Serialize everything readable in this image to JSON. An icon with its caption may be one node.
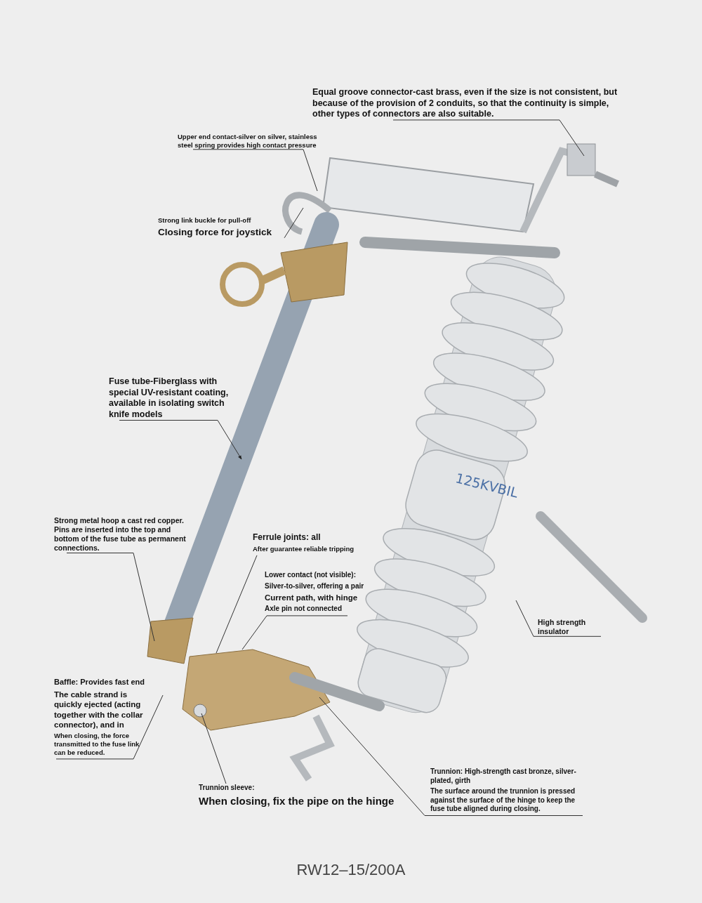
{
  "diagram": {
    "caption": "RW12–15/200A",
    "nodes": [
      {
        "text": [
          "Equal groove connector-cast brass, even if the size is not consistent, but because of the provision of 2 conduits, so that the continuity is simple, other types of connectors are also suitable."
        ]
      },
      {
        "text": [
          "Upper end contact-silver on silver, stainless steel spring provides high contact pressure"
        ]
      },
      {
        "text": [
          "Strong link buckle for pull-off",
          "Closing force for joystick"
        ]
      },
      {
        "text": [
          "Fuse tube-Fiberglass with special UV-resistant coating, available in isolating switch knife models"
        ]
      },
      {
        "text": [
          "Strong metal hoop a cast red copper. Pins are inserted into the top and bottom of the fuse tube as permanent connections."
        ]
      },
      {
        "text": [
          "Ferrule joints: all",
          "After guarantee reliable tripping"
        ]
      },
      {
        "text": [
          "Lower contact (not visible):",
          "Silver-to-silver, offering a pair",
          "Current path, with hinge",
          "Axle pin not connected"
        ]
      },
      {
        "text": [
          "High strength insulator"
        ]
      },
      {
        "text": [
          "Baffle: Provides fast end",
          "The cable strand is quickly ejected (acting together with the collar connector), and in",
          "When closing, the force transmitted to the fuse link can be reduced."
        ]
      },
      {
        "text": [
          "Trunnion sleeve:",
          "When closing, fix the pipe on the hinge"
        ]
      },
      {
        "text": [
          "Trunnion: High-strength cast bronze, silver-plated, girth",
          "The surface around the trunnion is pressed against the surface of the hinge to keep the fuse tube aligned during closing."
        ]
      }
    ],
    "edges": [
      {
        "from": 0,
        "to": null,
        "arrow": "none"
      },
      {
        "from": 1,
        "to": null,
        "arrow": "none"
      },
      {
        "from": 2,
        "to": null,
        "arrow": "none"
      },
      {
        "from": 3,
        "to": null,
        "arrow": "to"
      },
      {
        "from": 4,
        "to": null,
        "arrow": "none"
      },
      {
        "from": 5,
        "to": null,
        "arrow": "none"
      },
      {
        "from": 6,
        "to": null,
        "arrow": "none"
      },
      {
        "from": 7,
        "to": null,
        "arrow": "none"
      },
      {
        "from": 8,
        "to": null,
        "arrow": "none"
      },
      {
        "from": 9,
        "to": null,
        "arrow": "none"
      },
      {
        "from": 10,
        "to": null,
        "arrow": "none"
      }
    ],
    "labels": [
      "125KVBIL"
    ]
  }
}
